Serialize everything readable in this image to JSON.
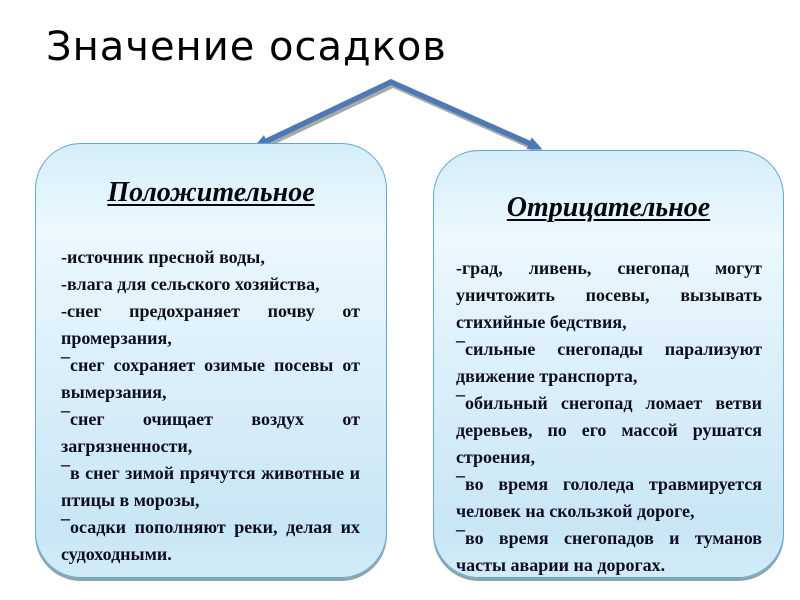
{
  "slide": {
    "title": "Значение осадков",
    "colors": {
      "background": "#ffffff",
      "title_color": "#000000",
      "text_color": "#0d0d20",
      "box_border": "#5ea9cf",
      "box_fill_top": "#d5eefa",
      "box_fill_bottom": "#c9e6f5",
      "box_bottom_shadow": "#8fa3ab",
      "arrow": "#4d79b5",
      "arrow_shadow": "#a9a9a9"
    },
    "left_box": {
      "header": "Положительное",
      "items": [
        "-источник пресной воды,",
        "-влага для сельского хозяйства,",
        "-снег предохраняет почву от промерзания,",
        "¯снег сохраняет озимые посевы от вымерзания,",
        "¯снег очищает воздух от загрязненности,",
        "¯в снег зимой прячутся животные и птицы в морозы,",
        "¯осадки пополняют реки, делая их судоходными."
      ]
    },
    "right_box": {
      "header": "Отрицательное",
      "items": [
        "-град, ливень, снегопад могут уничтожить посевы, вызывать стихийные бедствия,",
        "¯сильные снегопады парализуют движение транспорта,",
        "¯обильный снегопад ломает ветви деревьев, по его массой рушатся строения,",
        "¯во время гололеда травмируется человек на скользкой дороге,",
        "¯во время снегопадов и туманов часты  аварии на дорогах."
      ]
    }
  }
}
